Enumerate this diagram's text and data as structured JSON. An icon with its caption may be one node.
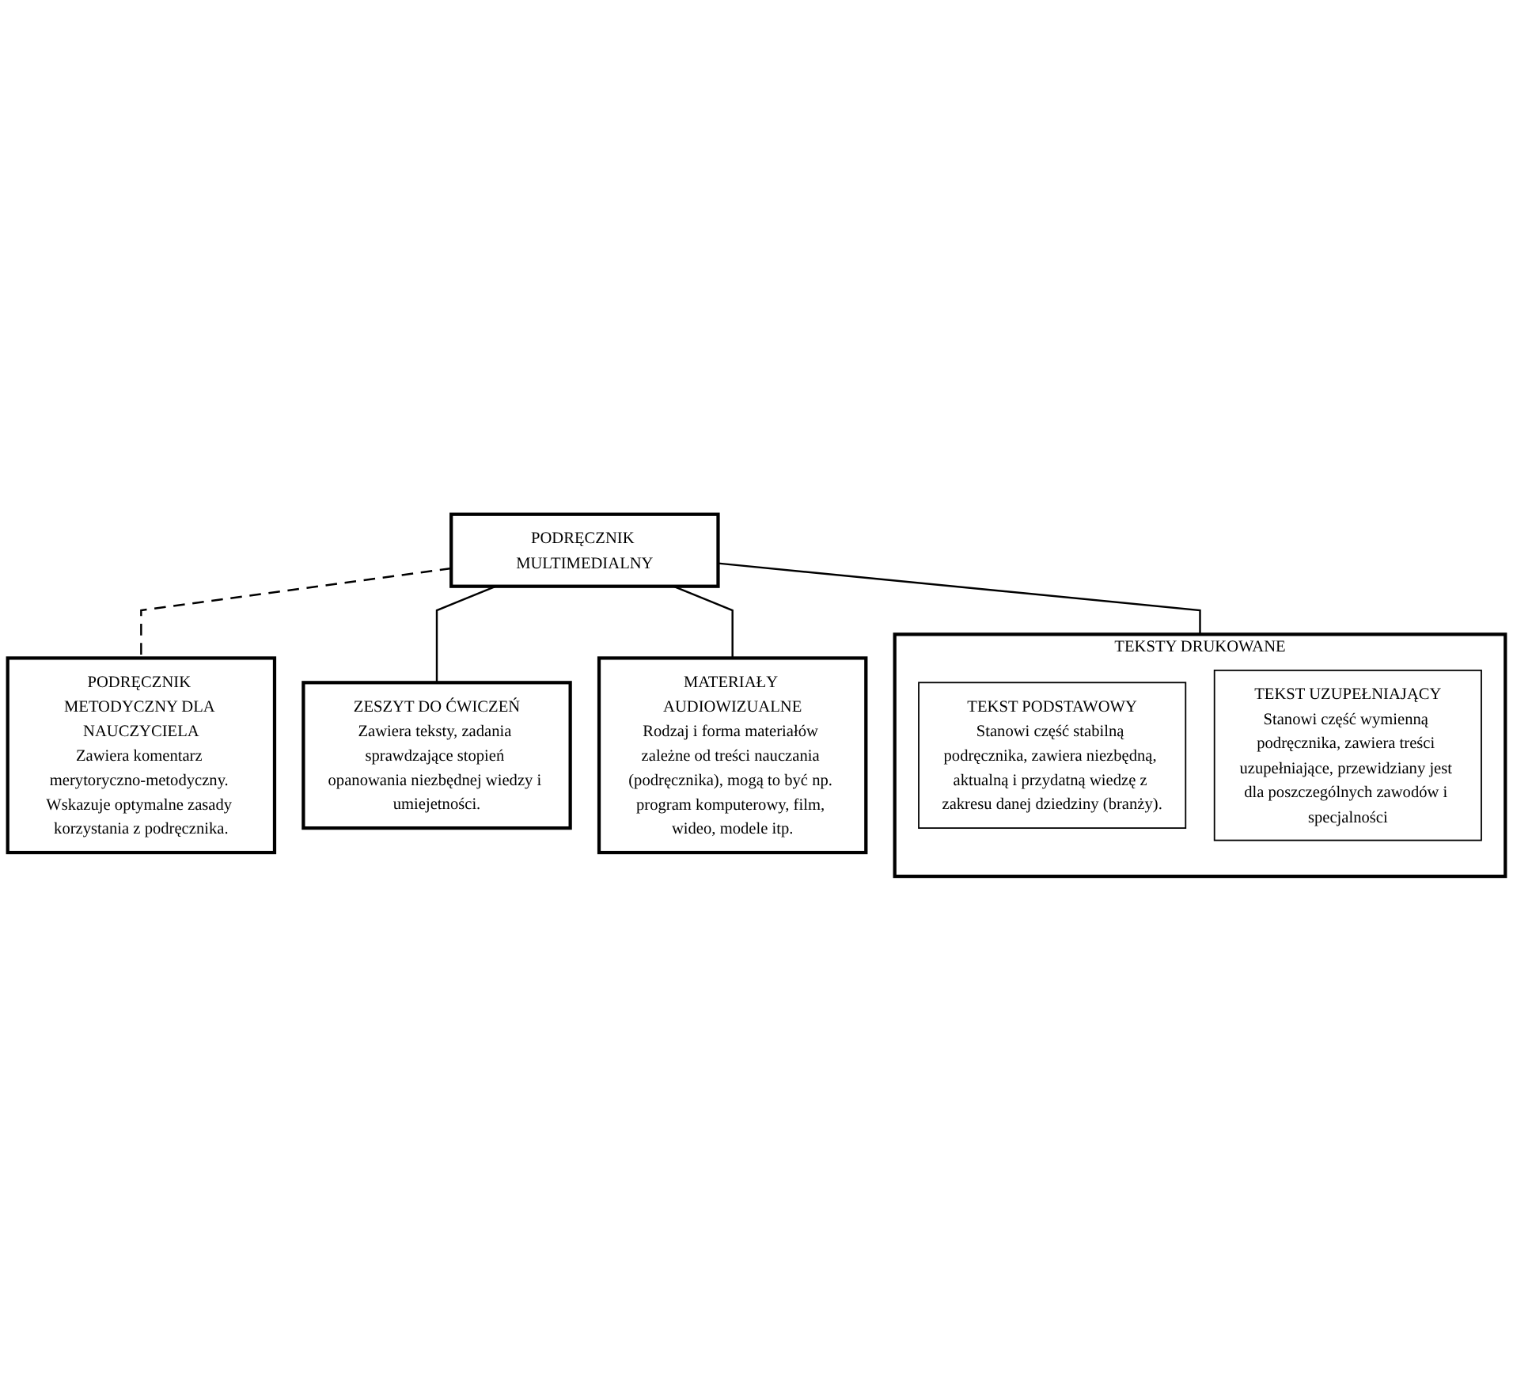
{
  "diagram": {
    "nodes": [
      {
        "text": [
          "PODRĘCZNIK MULTIMEDIALNY"
        ]
      },
      {
        "text": [
          "PODRĘCZNIK METODYCZNY DLA NAUCZYCIELA",
          "Zawiera komentarz merytoryczno-metodyczny. Wskazuje optymalne zasady korzystania z podręcznika."
        ]
      },
      {
        "text": [
          "ZESZYT DO ĆWICZEŃ",
          "Zawiera teksty, zadania sprawdzające stopień opanowania niezbędnej wiedzy i umiejetności."
        ]
      },
      {
        "text": [
          "TEKSTY DRUKOWANE"
        ]
      },
      {
        "text": [
          "TEKST PODSTAWOWY",
          "Stanowi część stabilną podręcznika, zawiera niezbędną, aktualną i przydatną wiedzę z zakresu danej dziedziny (branży)."
        ],
        "in": 3
      },
      {
        "text": [
          "TEKST UZUPEŁNIAJĄCY",
          "Stanowi część wymienną podręcznika, zawiera treści uzupełniające, przewidziany jest dla poszczególnych zawodów i specjalności"
        ],
        "in": 3
      },
      {
        "text": [
          "MATERIAŁY AUDIOWIZUALNE",
          "Rodzaj i forma materiałów zależne od treści nauczania (podręcznika), mogą to być np. program komputerowy, film, wideo, modele itp."
        ]
      }
    ],
    "edges": [
      {
        "from": 0,
        "to": 1,
        "arrow": "none",
        "style": "dashed"
      },
      {
        "from": 0,
        "to": 2,
        "arrow": "none"
      },
      {
        "from": 0,
        "to": 3,
        "arrow": "none"
      },
      {
        "from": 0,
        "to": 6,
        "arrow": "none"
      }
    ]
  }
}
